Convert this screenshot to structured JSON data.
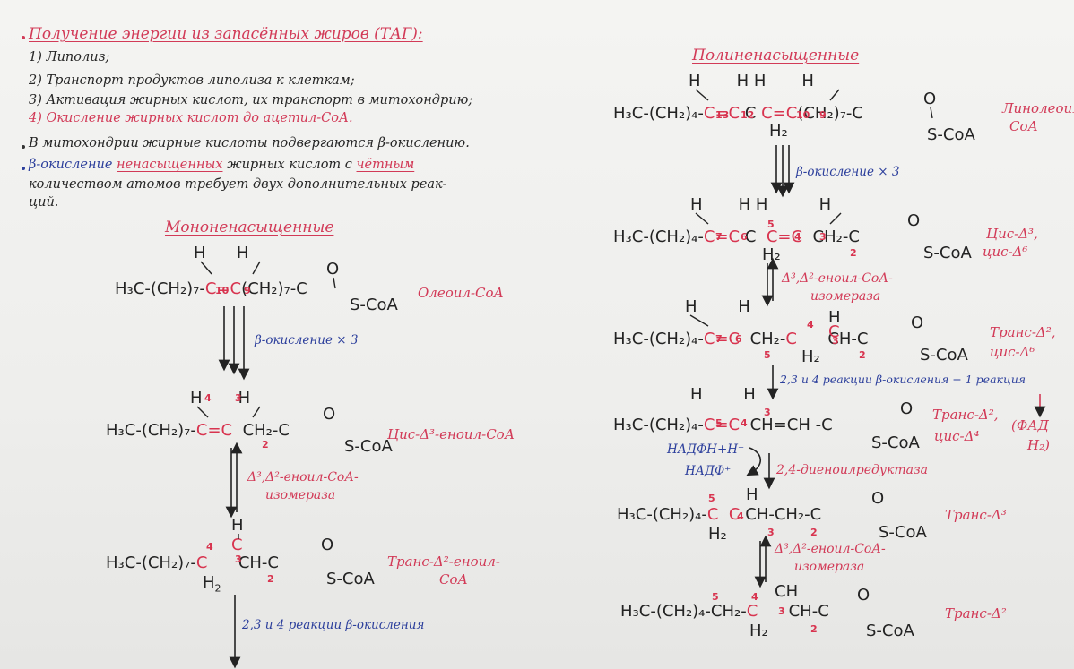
{
  "colors": {
    "red": "#d23a57",
    "blue": "#2c3f9c",
    "ink": "#232323"
  },
  "left": {
    "title": "Получение энергии из запасённых жиров (ТАГ):",
    "steps": [
      "1) Липолиз;",
      "2) Транспорт продуктов липолиза к клеткам;",
      "3) Активация жирных кислот, их транспорт в митохондрию;",
      "4) Окисление жирных кислот до ацетил-СоА."
    ],
    "note1": "В митохондрии жирные кислоты подвергаются β-окислению.",
    "note2_a": "β-окисление",
    "note2_b": "ненасыщенных",
    "note2_c": "жирных кислот с",
    "note2_d": "чётным",
    "note2_e": "количеством атомов требует двух дополнительных реак-",
    "note2_f": "ций.",
    "section": "Мононенасыщенные",
    "oleoyl": {
      "prefix": "H₃C-(CH₂)₇-",
      "suffix": "(CH₂)₇-C",
      "scoa": "S-CoA",
      "n1": "10",
      "n2": "9",
      "name": "Олеоил-СоА"
    },
    "beta3": "β-окисление × 3",
    "cis": {
      "prefix": "H₃C-(CH₂)₇-",
      "mid": "CH₂-C",
      "scoa": "S-CoA",
      "n1": "4",
      "n2": "3",
      "n3": "2",
      "name": "Цис-Δ³-еноил-СоА"
    },
    "isomerase1": "Δ³,Δ²-еноил-СоА-",
    "isomerase2": "изомераза",
    "trans": {
      "prefix": "H₃C-(CH₂)₇-",
      "mid": "CH-C",
      "scoa": "S-CoA",
      "n1": "4",
      "n2": "3",
      "n3": "2",
      "name1": "Транс-Δ²-еноил-",
      "name2": "СоА"
    },
    "reactions": "2,3 и 4 реакции β-окисления"
  },
  "right": {
    "section": "Полиненасыщенные",
    "lin": {
      "prefix": "H₃C-(CH₂)₄-",
      "suffix": "(CH₂)₇-C",
      "scoa": "S-CoA",
      "h2": "H₂",
      "n": [
        "13",
        "12",
        "10",
        "9"
      ],
      "name1": "Линолеоил-",
      "name2": "СоА"
    },
    "beta3": "β-окисление × 3",
    "cc": {
      "prefix": "H₃C-(CH₂)₄-",
      "mid": "CH₂-C",
      "scoa": "S-CoA",
      "h2": "H₂",
      "n": [
        "7",
        "6",
        "5",
        "4",
        "3",
        "2"
      ],
      "name1": "Цис-Δ³,",
      "name2": "цис-Δ⁶"
    },
    "isomerase1": "Δ³,Δ²-еноил-СоА-",
    "isomerase2": "изомераза",
    "tc": {
      "prefix": "H₃C-(CH₂)₄-",
      "mid": "CH₂-",
      "tail": "CH-C",
      "scoa": "S-CoA",
      "h2": "H₂",
      "n": [
        "7",
        "6",
        "5",
        "4",
        "3",
        "2"
      ],
      "name1": "Транс-Δ²,",
      "name2": "цис-Δ⁶"
    },
    "reactions": "2,3 и 4 реакции β-окисления + 1 реакция",
    "dienoyl": {
      "prefix": "H₃C-(CH₂)₄-",
      "mid": "CH=CH -C",
      "scoa": "S-CoA",
      "n": [
        "5",
        "4",
        "3"
      ],
      "name1": "Транс-Δ²,",
      "name2": "цис-Δ⁴",
      "fad1": "(ФАД",
      "fad2": "H₂)"
    },
    "nadph": "НАДФН+H⁺",
    "nadp": "НАДФ⁺",
    "reductase": "2,4-диеноилредуктаза",
    "t3": {
      "prefix": "H₃C-(CH₂)₄-",
      "mid": "CH-CH₂-C",
      "scoa": "S-CoA",
      "h2": "H₂",
      "n": [
        "5",
        "4",
        "3",
        "2"
      ],
      "name": "Транс-Δ³"
    },
    "isomerase3": "Δ³,Δ²-еноил-СоА-",
    "isomerase4": "изомераза",
    "t2": {
      "prefix": "H₃C-(CH₂)₄-CH₂-",
      "mid": "CH-C",
      "scoa": "S-CoA",
      "h2": "H₂",
      "n": [
        "5",
        "4",
        "3",
        "2"
      ],
      "name": "Транс-Δ²"
    }
  }
}
